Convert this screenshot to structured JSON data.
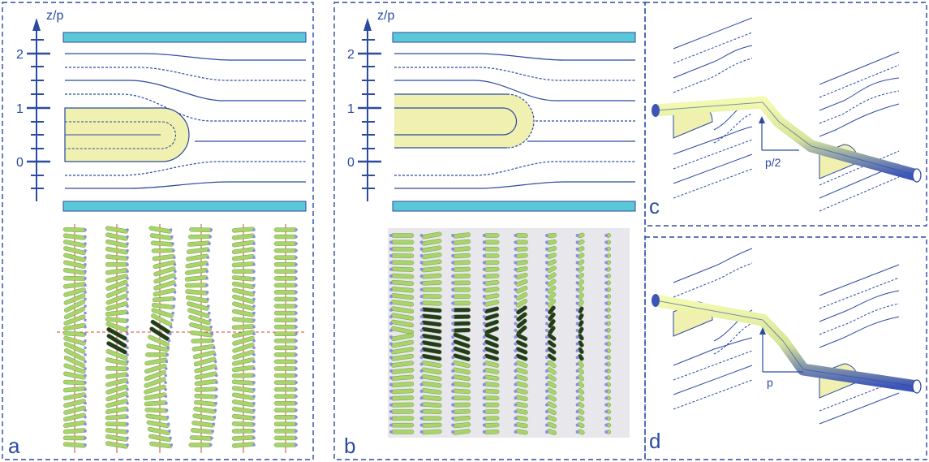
{
  "colors": {
    "line": "#2b4aa0",
    "plate": "#5bc8d8",
    "core": "#f0f0b0",
    "rod": "#a8d56a",
    "rod_dark": "#233b1e",
    "dot": "#8c8fe0",
    "grid": "#d44a3a",
    "panel_b_bg": "#e8e8ec"
  },
  "panels": {
    "a": {
      "label": "a",
      "axis_label": "z/p",
      "ticks": [
        "2",
        "1",
        "0"
      ]
    },
    "b": {
      "label": "b",
      "axis_label": "z/p",
      "ticks": [
        "2",
        "1",
        "0"
      ]
    },
    "c": {
      "label": "c",
      "offset_label": "p/2"
    },
    "d": {
      "label": "d",
      "offset_label": "p"
    }
  }
}
